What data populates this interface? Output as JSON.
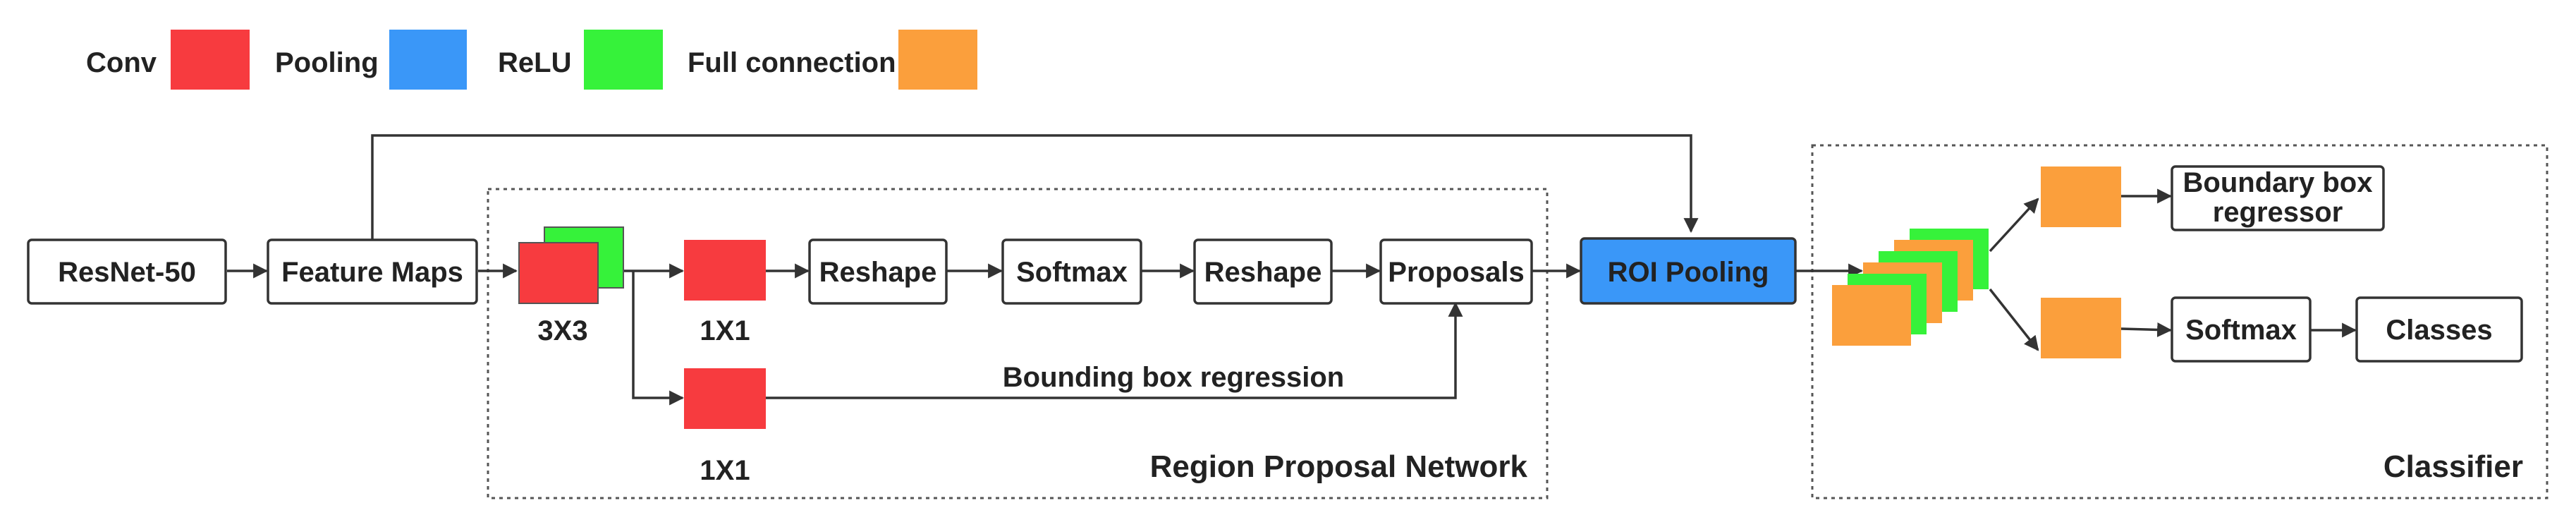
{
  "colors": {
    "conv": "#f73b3f",
    "pooling": "#3a97f8",
    "relu": "#36f23a",
    "full_connection": "#fb9f3c",
    "stroke": "#333333"
  },
  "legend": {
    "conv": "Conv",
    "pooling": "Pooling",
    "relu": "ReLU",
    "full_connection": "Full connection"
  },
  "nodes": {
    "resnet": "ResNet-50",
    "feature_maps": "Feature Maps",
    "reshape_1": "Reshape",
    "softmax_1": "Softmax",
    "reshape_2": "Reshape",
    "proposals": "Proposals",
    "roi_pooling": "ROI Pooling",
    "boundary_box_line1": "Boundary box",
    "boundary_box_line2": "regressor",
    "softmax_2": "Softmax",
    "classes": "Classes"
  },
  "labels": {
    "conv_3x3": "3X3",
    "conv_1x1_a": "1X1",
    "conv_1x1_b": "1X1",
    "bbox_regression": "Bounding box regression"
  },
  "groups": {
    "rpn": "Region Proposal Network",
    "classifier": "Classifier"
  }
}
